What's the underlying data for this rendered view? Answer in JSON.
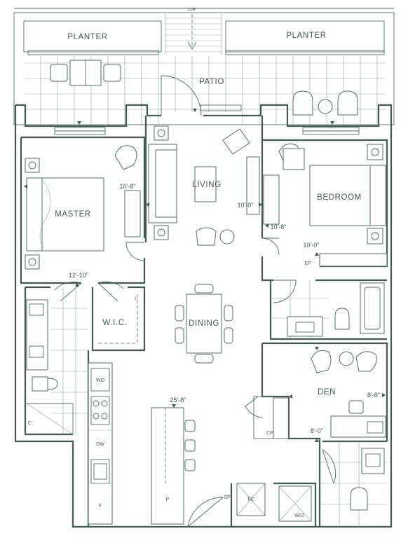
{
  "rooms": {
    "patio": "PATIO",
    "planter_left": "PLANTER",
    "planter_right": "PLANTER",
    "master": "MASTER",
    "living": "LIVING",
    "bedroom": "BEDROOM",
    "wic": "W.I.C.",
    "dining": "DINING",
    "den": "DEN"
  },
  "dimensions": {
    "master_width": "10'-8\"",
    "master_length": "12'-10\"",
    "living_width": "10'-0\"",
    "bedroom_width": "10'-8\"",
    "bedroom_length": "10'-0\"",
    "kitchen_length": "25'-8\"",
    "den_width": "8'-8\"",
    "den_length": "8'-0\""
  },
  "tags": {
    "up": "UP",
    "ep": "EP",
    "l": "L",
    "wo": "WO",
    "dw": "DW",
    "f": "F",
    "p": "P",
    "sp": "SP",
    "fc": "FC",
    "cp": "CP",
    "wd": "W/D",
    "c": "C"
  }
}
